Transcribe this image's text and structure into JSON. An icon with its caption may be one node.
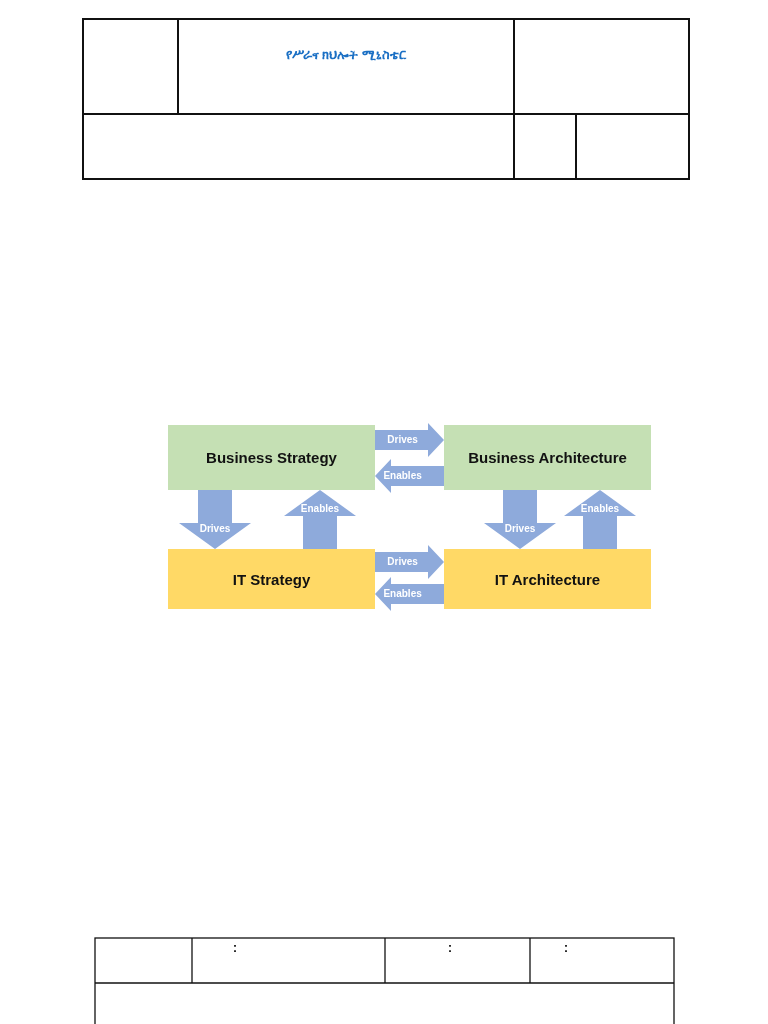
{
  "diagram": {
    "nodes": [
      {
        "text": [
          "Business Strategy"
        ]
      },
      {
        "text": [
          "Business Architecture"
        ]
      },
      {
        "text": [
          "IT Strategy"
        ]
      },
      {
        "text": [
          "IT Architecture"
        ]
      }
    ],
    "edges": [
      {
        "from": 0,
        "to": 1,
        "arrow": "to",
        "label": "Drives"
      },
      {
        "from": 1,
        "to": 0,
        "arrow": "to",
        "label": "Enables"
      },
      {
        "from": 0,
        "to": 2,
        "arrow": "to",
        "label": "Drives"
      },
      {
        "from": 2,
        "to": 0,
        "arrow": "to",
        "label": "Enables"
      },
      {
        "from": 1,
        "to": 3,
        "arrow": "to",
        "label": "Drives"
      },
      {
        "from": 3,
        "to": 1,
        "arrow": "to",
        "label": "Enables"
      },
      {
        "from": 2,
        "to": 3,
        "arrow": "to",
        "label": "Drives"
      },
      {
        "from": 3,
        "to": 2,
        "arrow": "to",
        "label": "Enables"
      }
    ],
    "labels": [
      "የሥራና ክህሎት ሚኒስቴር",
      ":",
      ":",
      ":"
    ]
  }
}
